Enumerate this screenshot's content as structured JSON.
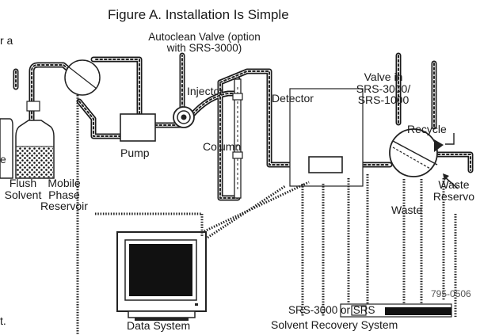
{
  "title": "Figure A.  Installation Is Simple",
  "fragment_left": "r a",
  "fragment_bottom_left": "t.",
  "labels": {
    "autoclean": [
      "Autoclean Valve (option",
      "with SRS-3000)"
    ],
    "injector": "Injector",
    "detector": "Detector",
    "valve": [
      "Valve in",
      "SRS-3000/",
      "SRS-1000"
    ],
    "recycle": "Recycle",
    "pump": "Pump",
    "column": "Column",
    "flush_solvent": [
      "Flush",
      "Solvent"
    ],
    "mobile_phase": [
      "Mobile",
      "Phase",
      "Reservoir"
    ],
    "left_edge_e": "e",
    "waste": "Waste",
    "waste_reservoir": [
      "Waste",
      "Reservo"
    ],
    "data_system": "Data System",
    "solvent_recovery": "Solvent Recovery System",
    "srs_fragment": "SRS-3000 or SRS",
    "fig_number": "795-0506"
  }
}
